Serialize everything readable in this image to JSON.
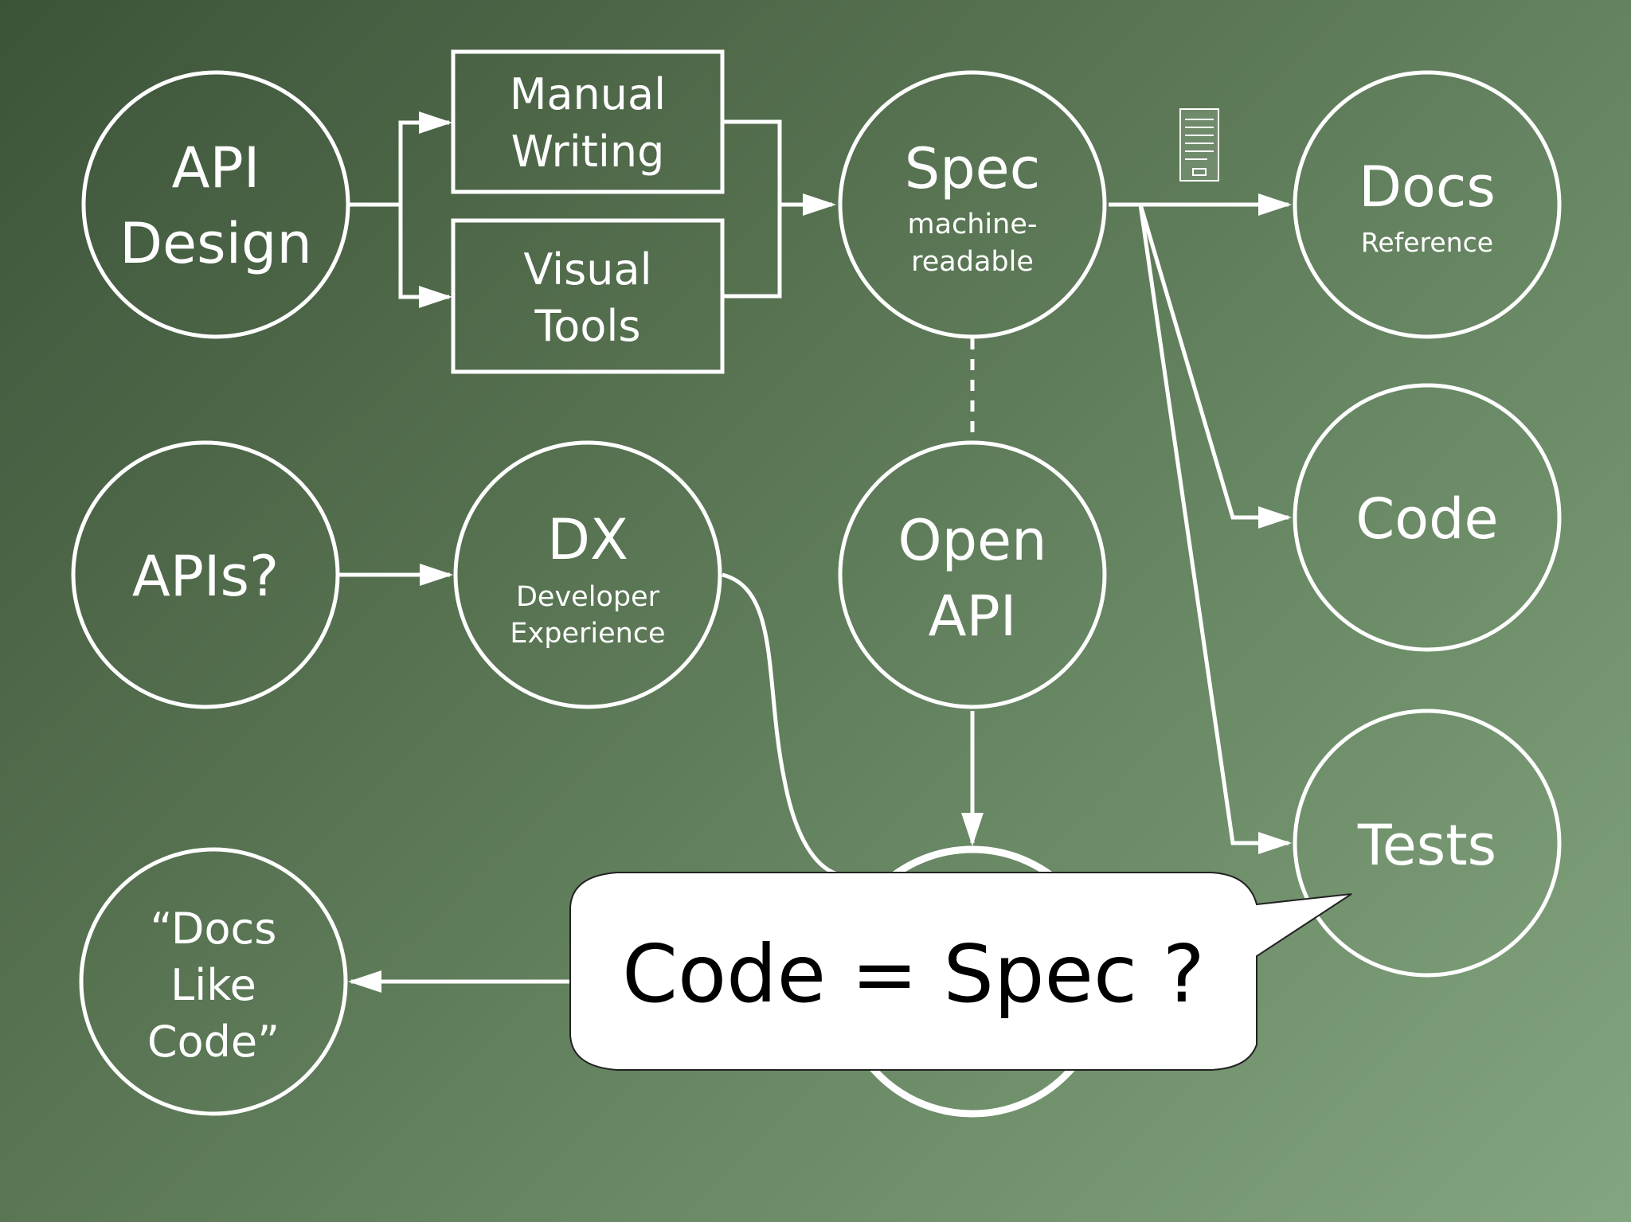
{
  "nodes": {
    "api_design": {
      "line1": "API",
      "line2": "Design"
    },
    "manual_writing": {
      "line1": "Manual",
      "line2": "Writing"
    },
    "visual_tools": {
      "line1": "Visual",
      "line2": "Tools"
    },
    "spec": {
      "title": "Spec",
      "sub1": "machine-",
      "sub2": "readable"
    },
    "docs": {
      "title": "Docs",
      "sub": "Reference"
    },
    "code": {
      "title": "Code"
    },
    "tests": {
      "title": "Tests"
    },
    "apis": {
      "title": "APIs?"
    },
    "dx": {
      "title": "DX",
      "sub1": "Developer",
      "sub2": "Experience"
    },
    "open_api": {
      "line1": "Open",
      "line2": "API"
    },
    "docs_like_code": {
      "line1": "“Docs",
      "line2": "Like",
      "line3": "Code”"
    }
  },
  "callout": {
    "text": "Code = Spec ?"
  },
  "icons": [
    "server-icon"
  ],
  "colors": {
    "stroke": "#ffffff",
    "callout_fill": "#ffffff",
    "callout_text": "#000000"
  }
}
